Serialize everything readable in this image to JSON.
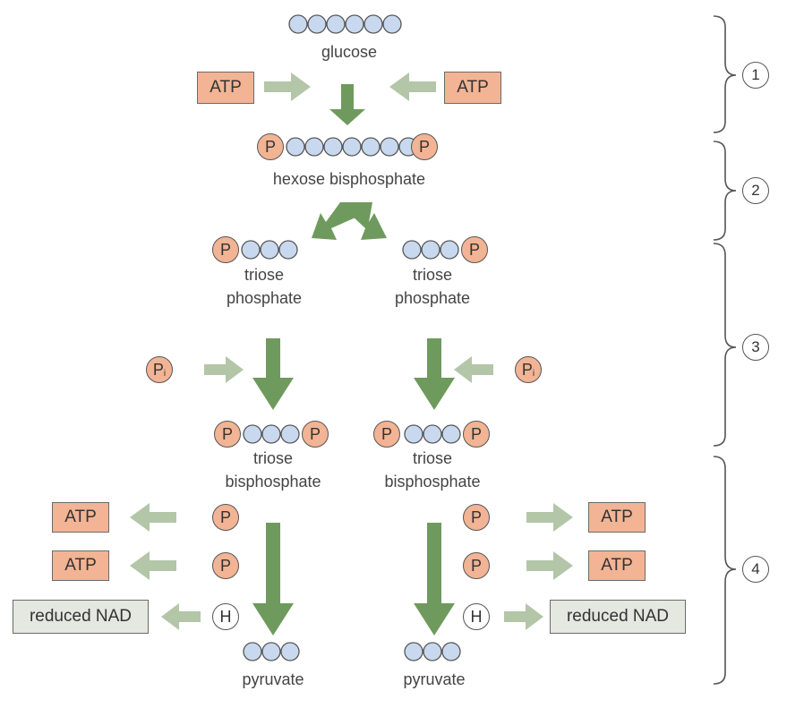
{
  "molecules": {
    "glucose": "glucose",
    "hexose_bisphosphate": "hexose bisphosphate",
    "triose_phosphate_l1": "triose",
    "triose_phosphate_l2": "phosphate",
    "triose_bisphosphate_l1": "triose",
    "triose_bisphosphate_l2": "bisphosphate",
    "pyruvate": "pyruvate"
  },
  "boxes": {
    "atp": "ATP",
    "reduced_nad": "reduced NAD"
  },
  "symbols": {
    "phosphate": "P",
    "inorganic_phosphate": "P",
    "inorganic_sub": "i",
    "hydrogen": "H"
  },
  "stages": [
    "1",
    "2",
    "3",
    "4"
  ],
  "colors": {
    "carbon": "#c8d8ee",
    "phosphate": "#f2b494",
    "main_arrow": "#6f9a5e",
    "side_arrow": "#b3c6a8",
    "nad_box": "#e4e8e0"
  }
}
